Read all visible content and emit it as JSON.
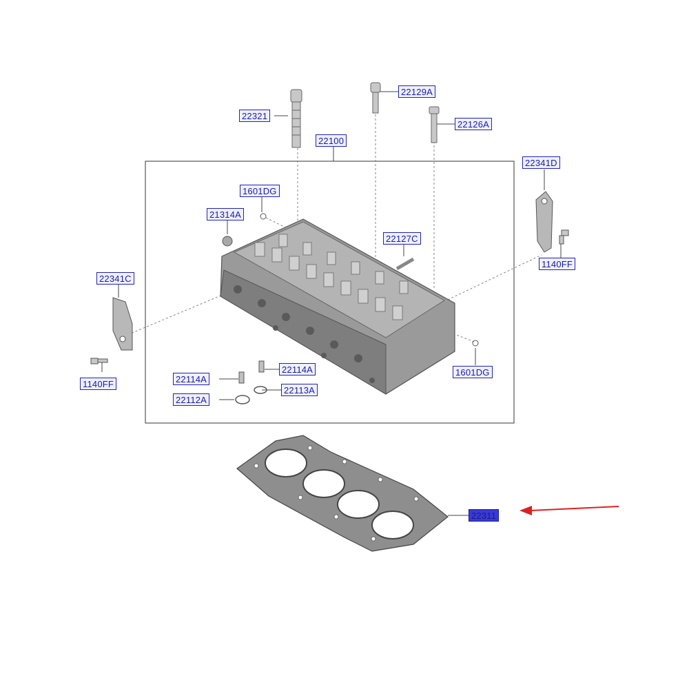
{
  "diagram": {
    "callouts": [
      {
        "id": "c-22321",
        "label": "22321"
      },
      {
        "id": "c-22129a",
        "label": "22129A"
      },
      {
        "id": "c-22126a",
        "label": "22126A"
      },
      {
        "id": "c-22100",
        "label": "22100"
      },
      {
        "id": "c-22341d",
        "label": "22341D"
      },
      {
        "id": "c-1601dg-top",
        "label": "1601DG"
      },
      {
        "id": "c-21314a",
        "label": "21314A"
      },
      {
        "id": "c-22127c",
        "label": "22127C"
      },
      {
        "id": "c-1140ff-right",
        "label": "1140FF"
      },
      {
        "id": "c-22341c",
        "label": "22341C"
      },
      {
        "id": "c-1140ff-left",
        "label": "1140FF"
      },
      {
        "id": "c-22114a-right",
        "label": "22114A"
      },
      {
        "id": "c-22114a-left",
        "label": "22114A"
      },
      {
        "id": "c-22113a",
        "label": "22113A"
      },
      {
        "id": "c-22112a",
        "label": "22112A"
      },
      {
        "id": "c-1601dg-bottom",
        "label": "1601DG"
      },
      {
        "id": "c-22311",
        "label": "22311",
        "highlighted": true
      }
    ],
    "colors": {
      "callout_text": "#1a1aa8",
      "callout_border": "#2222b8",
      "callout_fill": "#eef0ff",
      "highlight_fill": "#3a3ad6",
      "arrow": "#e02020",
      "part": "#8a8a8a",
      "frame": "#555555"
    }
  }
}
